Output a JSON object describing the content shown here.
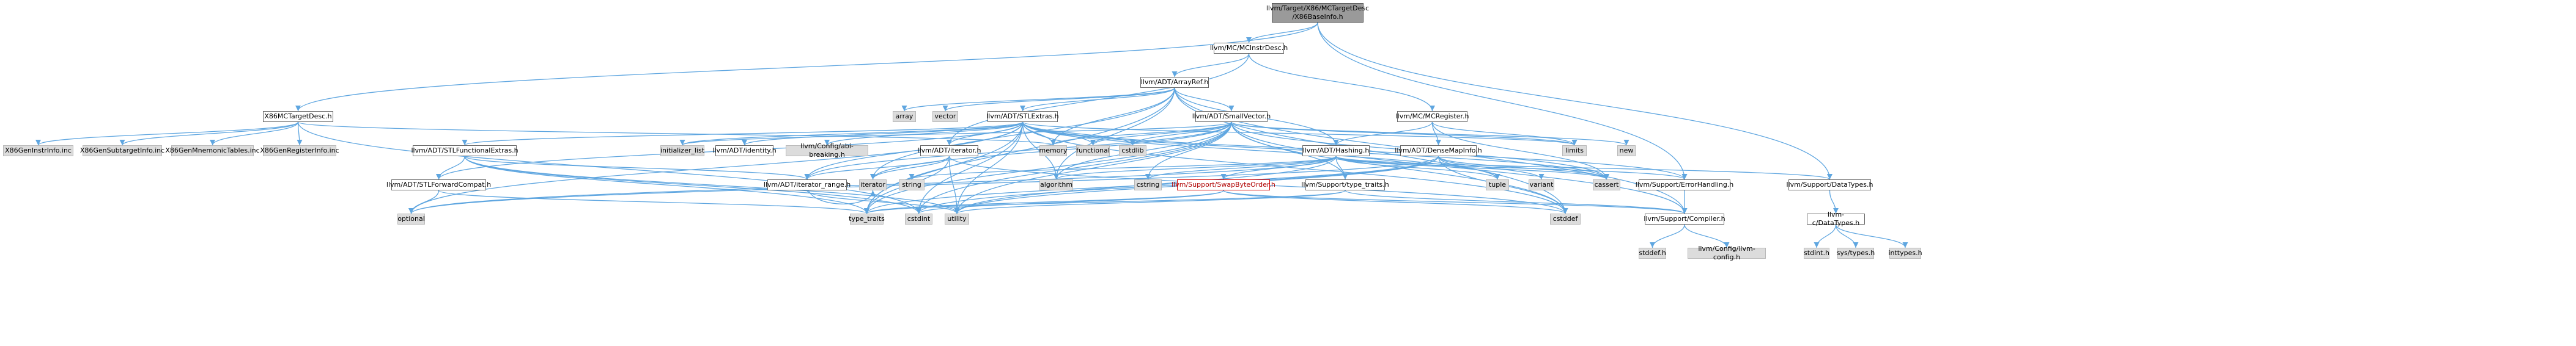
{
  "colors": {
    "edge": "#5fa6e0",
    "node_border": "#666666",
    "leaf_fill": "#dcdcdc",
    "root_fill": "#9a9a9a",
    "warning_border": "#d40000"
  },
  "nodes": [
    {
      "id": "root",
      "label": "llvm/Target/X86/MCTargetDesc\n/X86BaseInfo.h",
      "kind": "root"
    },
    {
      "id": "mcinstr",
      "label": "llvm/MC/MCInstrDesc.h",
      "kind": "normal"
    },
    {
      "id": "arrayref",
      "label": "llvm/ADT/ArrayRef.h",
      "kind": "normal"
    },
    {
      "id": "x86mc",
      "label": "X86MCTargetDesc.h",
      "kind": "normal"
    },
    {
      "id": "stlextras",
      "label": "llvm/ADT/STLExtras.h",
      "kind": "normal"
    },
    {
      "id": "smallvec",
      "label": "llvm/ADT/SmallVector.h",
      "kind": "normal"
    },
    {
      "id": "mcreg",
      "label": "llvm/MC/MCRegister.h",
      "kind": "normal"
    },
    {
      "id": "array",
      "label": "array",
      "kind": "grey"
    },
    {
      "id": "vector",
      "label": "vector",
      "kind": "grey"
    },
    {
      "id": "x86instr",
      "label": "X86GenInstrInfo.inc",
      "kind": "grey"
    },
    {
      "id": "x86subtgt",
      "label": "X86GenSubtargetInfo.inc",
      "kind": "grey"
    },
    {
      "id": "x86mnem",
      "label": "X86GenMnemonicTables.inc",
      "kind": "grey"
    },
    {
      "id": "x86reg",
      "label": "X86GenRegisterInfo.inc",
      "kind": "grey"
    },
    {
      "id": "stlfunc",
      "label": "llvm/ADT/STLFunctionalExtras.h",
      "kind": "normal"
    },
    {
      "id": "initlist",
      "label": "initializer_list",
      "kind": "grey"
    },
    {
      "id": "identity",
      "label": "llvm/ADT/identity.h",
      "kind": "normal"
    },
    {
      "id": "abibreak",
      "label": "llvm/Config/abi-breaking.h",
      "kind": "grey"
    },
    {
      "id": "iterator",
      "label": "llvm/ADT/iterator.h",
      "kind": "normal"
    },
    {
      "id": "memory",
      "label": "memory",
      "kind": "grey"
    },
    {
      "id": "functional",
      "label": "functional",
      "kind": "grey"
    },
    {
      "id": "cstdlib",
      "label": "cstdlib",
      "kind": "grey"
    },
    {
      "id": "hashing",
      "label": "llvm/ADT/Hashing.h",
      "kind": "normal"
    },
    {
      "id": "densemap",
      "label": "llvm/ADT/DenseMapInfo.h",
      "kind": "normal"
    },
    {
      "id": "limits",
      "label": "limits",
      "kind": "grey"
    },
    {
      "id": "new",
      "label": "new",
      "kind": "grey"
    },
    {
      "id": "stlfwd",
      "label": "llvm/ADT/STLForwardCompat.h",
      "kind": "normal"
    },
    {
      "id": "iterrange",
      "label": "llvm/ADT/iterator_range.h",
      "kind": "normal"
    },
    {
      "id": "iteratorstd",
      "label": "iterator",
      "kind": "grey"
    },
    {
      "id": "string",
      "label": "string",
      "kind": "grey"
    },
    {
      "id": "algorithm",
      "label": "algorithm",
      "kind": "grey"
    },
    {
      "id": "cstring",
      "label": "cstring",
      "kind": "grey"
    },
    {
      "id": "swapbyte",
      "label": "llvm/Support/SwapByteOrder.h",
      "kind": "red"
    },
    {
      "id": "typetraitsh",
      "label": "llvm/Support/type_traits.h",
      "kind": "normal"
    },
    {
      "id": "tuple",
      "label": "tuple",
      "kind": "grey"
    },
    {
      "id": "variant",
      "label": "variant",
      "kind": "grey"
    },
    {
      "id": "cassert",
      "label": "cassert",
      "kind": "grey"
    },
    {
      "id": "errhandling",
      "label": "llvm/Support/ErrorHandling.h",
      "kind": "normal"
    },
    {
      "id": "datatypes",
      "label": "llvm/Support/DataTypes.h",
      "kind": "normal"
    },
    {
      "id": "optional",
      "label": "optional",
      "kind": "grey"
    },
    {
      "id": "type_traits",
      "label": "type_traits",
      "kind": "grey"
    },
    {
      "id": "cstdint",
      "label": "cstdint",
      "kind": "grey"
    },
    {
      "id": "utility",
      "label": "utility",
      "kind": "grey"
    },
    {
      "id": "cstddef",
      "label": "cstddef",
      "kind": "grey"
    },
    {
      "id": "compiler",
      "label": "llvm/Support/Compiler.h",
      "kind": "normal"
    },
    {
      "id": "cdatatypes",
      "label": "llvm-c/DataTypes.h",
      "kind": "normal"
    },
    {
      "id": "stddef",
      "label": "stddef.h",
      "kind": "grey"
    },
    {
      "id": "llvmconfig",
      "label": "llvm/Config/llvm-config.h",
      "kind": "grey"
    },
    {
      "id": "stdint",
      "label": "stdint.h",
      "kind": "grey"
    },
    {
      "id": "systypes",
      "label": "sys/types.h",
      "kind": "grey"
    },
    {
      "id": "inttypes",
      "label": "inttypes.h",
      "kind": "grey"
    }
  ],
  "edges": [
    [
      "root",
      "mcinstr"
    ],
    [
      "root",
      "x86mc"
    ],
    [
      "root",
      "datatypes"
    ],
    [
      "root",
      "errhandling"
    ],
    [
      "mcinstr",
      "arrayref"
    ],
    [
      "mcinstr",
      "mcreg"
    ],
    [
      "mcinstr",
      "iterator"
    ],
    [
      "x86mc",
      "x86instr"
    ],
    [
      "x86mc",
      "x86subtgt"
    ],
    [
      "x86mc",
      "x86mnem"
    ],
    [
      "x86mc",
      "x86reg"
    ],
    [
      "x86mc",
      "memory"
    ],
    [
      "x86mc",
      "cstdint"
    ],
    [
      "arrayref",
      "array"
    ],
    [
      "arrayref",
      "vector"
    ],
    [
      "arrayref",
      "stlextras"
    ],
    [
      "arrayref",
      "smallvec"
    ],
    [
      "arrayref",
      "hashing"
    ],
    [
      "arrayref",
      "compiler"
    ],
    [
      "arrayref",
      "cstddef"
    ],
    [
      "arrayref",
      "memory"
    ],
    [
      "arrayref",
      "algorithm"
    ],
    [
      "arrayref",
      "iteratorstd"
    ],
    [
      "arrayref",
      "type_traits"
    ],
    [
      "stlextras",
      "stlfunc"
    ],
    [
      "stlextras",
      "initlist"
    ],
    [
      "stlextras",
      "identity"
    ],
    [
      "stlextras",
      "abibreak"
    ],
    [
      "stlextras",
      "iterator"
    ],
    [
      "stlextras",
      "iterrange"
    ],
    [
      "stlextras",
      "stlfwd"
    ],
    [
      "stlextras",
      "memory"
    ],
    [
      "stlextras",
      "functional"
    ],
    [
      "stlextras",
      "cstdlib"
    ],
    [
      "stlextras",
      "cassert"
    ],
    [
      "stlextras",
      "tuple"
    ],
    [
      "stlextras",
      "utility"
    ],
    [
      "stlextras",
      "optional"
    ],
    [
      "stlextras",
      "type_traits"
    ],
    [
      "stlextras",
      "cstdint"
    ],
    [
      "stlextras",
      "algorithm"
    ],
    [
      "stlextras",
      "limits"
    ],
    [
      "stlextras",
      "cstddef"
    ],
    [
      "stlextras",
      "errhandling"
    ],
    [
      "smallvec",
      "memory"
    ],
    [
      "smallvec",
      "functional"
    ],
    [
      "smallvec",
      "cstdlib"
    ],
    [
      "smallvec",
      "cstddef"
    ],
    [
      "smallvec",
      "cstring"
    ],
    [
      "smallvec",
      "new"
    ],
    [
      "smallvec",
      "limits"
    ],
    [
      "smallvec",
      "initlist"
    ],
    [
      "smallvec",
      "type_traits"
    ],
    [
      "smallvec",
      "utility"
    ],
    [
      "smallvec",
      "cassert"
    ],
    [
      "smallvec",
      "algorithm"
    ],
    [
      "smallvec",
      "iteratorstd"
    ],
    [
      "smallvec",
      "cstdint"
    ],
    [
      "smallvec",
      "typetraitsh"
    ],
    [
      "smallvec",
      "compiler"
    ],
    [
      "smallvec",
      "iterrange"
    ],
    [
      "mcreg",
      "densemap"
    ],
    [
      "mcreg",
      "hashing"
    ],
    [
      "mcreg",
      "limits"
    ],
    [
      "mcreg",
      "cassert"
    ],
    [
      "stlfunc",
      "stlfwd"
    ],
    [
      "stlfunc",
      "iterrange"
    ],
    [
      "stlfunc",
      "type_traits"
    ],
    [
      "stlfunc",
      "utility"
    ],
    [
      "stlfunc",
      "cstdint"
    ],
    [
      "stlfwd",
      "optional"
    ],
    [
      "stlfwd",
      "type_traits"
    ],
    [
      "iterator",
      "iteratorstd"
    ],
    [
      "iterator",
      "iterrange"
    ],
    [
      "iterator",
      "type_traits"
    ],
    [
      "iterator",
      "utility"
    ],
    [
      "iterator",
      "cstddef"
    ],
    [
      "iterrange",
      "iteratorstd"
    ],
    [
      "iterrange",
      "utility"
    ],
    [
      "hashing",
      "swapbyte"
    ],
    [
      "hashing",
      "typetraitsh"
    ],
    [
      "hashing",
      "algorithm"
    ],
    [
      "hashing",
      "cassert"
    ],
    [
      "hashing",
      "cstring"
    ],
    [
      "hashing",
      "optional"
    ],
    [
      "hashing",
      "string"
    ],
    [
      "hashing",
      "tuple"
    ],
    [
      "hashing",
      "utility"
    ],
    [
      "hashing",
      "errhandling"
    ],
    [
      "hashing",
      "datatypes"
    ],
    [
      "densemap",
      "cassert"
    ],
    [
      "densemap",
      "cstddef"
    ],
    [
      "densemap",
      "cstdint"
    ],
    [
      "densemap",
      "tuple"
    ],
    [
      "densemap",
      "type_traits"
    ],
    [
      "densemap",
      "utility"
    ],
    [
      "densemap",
      "variant"
    ],
    [
      "densemap",
      "optional"
    ],
    [
      "swapbyte",
      "cstddef"
    ],
    [
      "swapbyte",
      "cstdint"
    ],
    [
      "swapbyte",
      "type_traits"
    ],
    [
      "swapbyte",
      "compiler"
    ],
    [
      "typetraitsh",
      "type_traits"
    ],
    [
      "typetraitsh",
      "utility"
    ],
    [
      "typetraitsh",
      "compiler"
    ],
    [
      "errhandling",
      "compiler"
    ],
    [
      "compiler",
      "stddef"
    ],
    [
      "compiler",
      "llvmconfig"
    ],
    [
      "datatypes",
      "cdatatypes"
    ],
    [
      "cdatatypes",
      "stdint"
    ],
    [
      "cdatatypes",
      "systypes"
    ],
    [
      "cdatatypes",
      "inttypes"
    ]
  ]
}
